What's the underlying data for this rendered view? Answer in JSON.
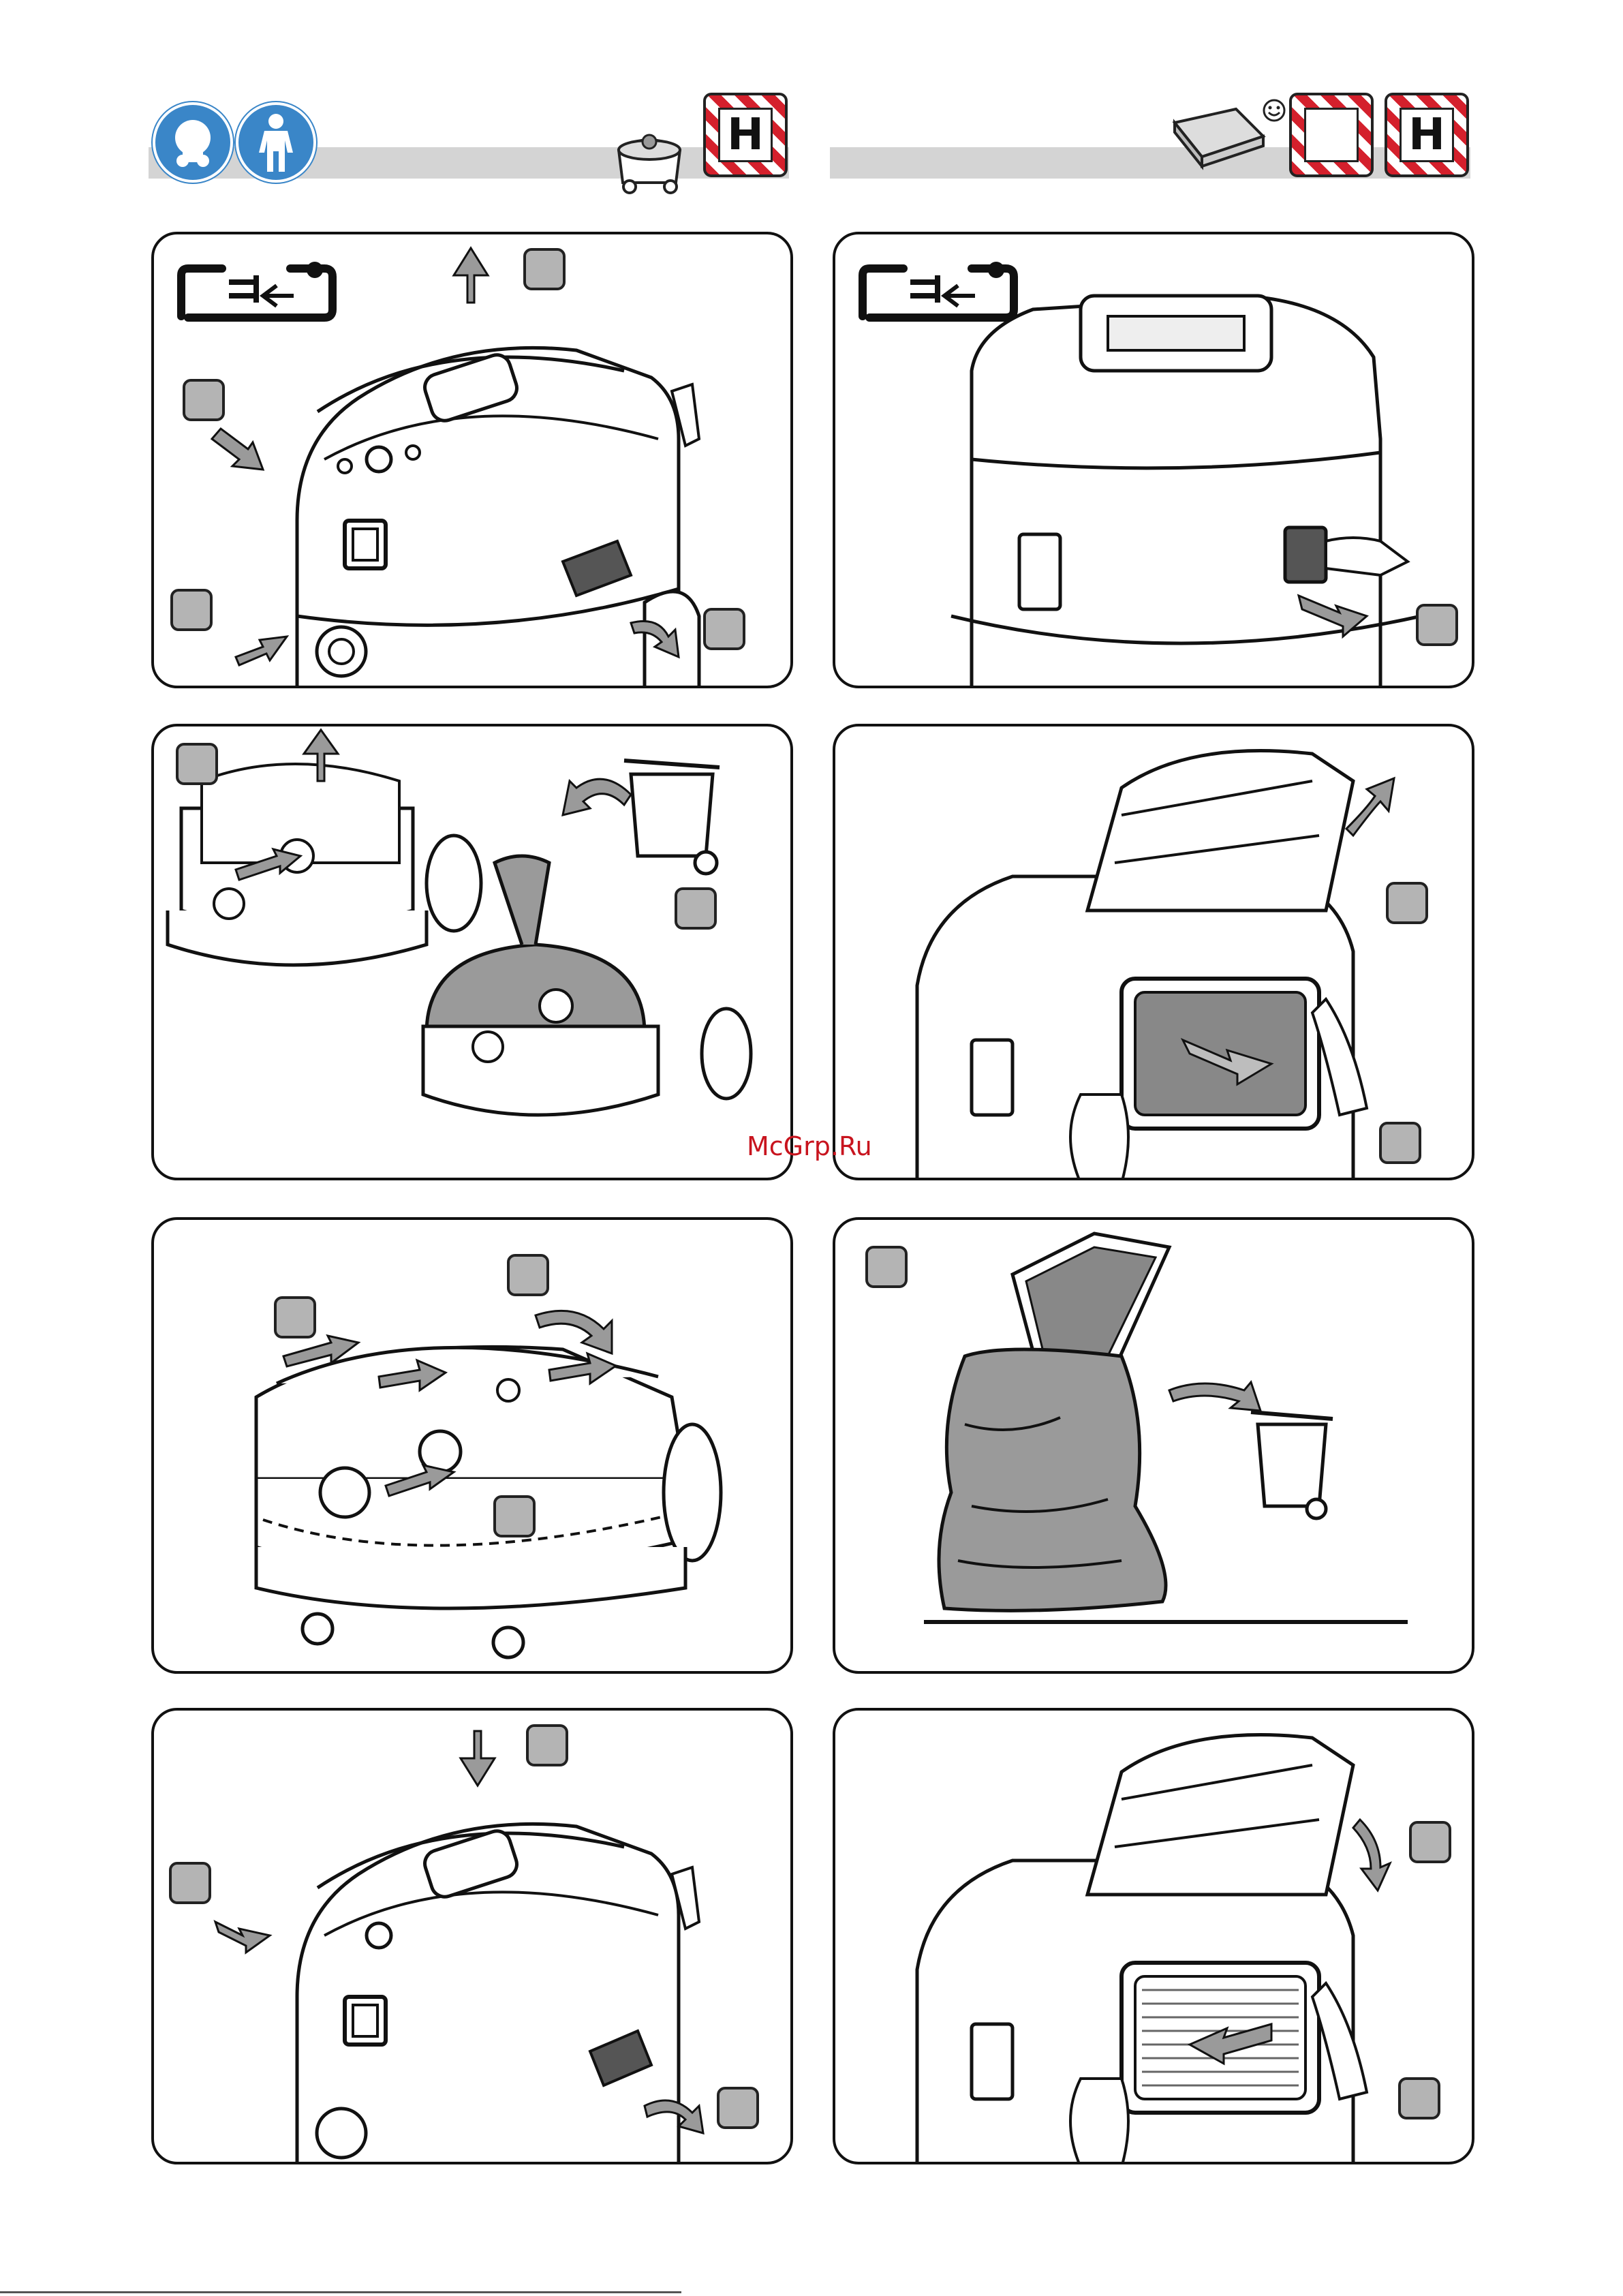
{
  "header_left": {
    "icons": [
      "respirator-mask-icon",
      "protective-suit-icon",
      "vacuum-cleaner-icon"
    ],
    "hazard_letter": "H"
  },
  "header_right": {
    "icons": [
      "filter-cassette-icon",
      "smiley-icon"
    ],
    "hazard_letter": "H"
  },
  "watermark": "McGrp.Ru",
  "panels": [
    {
      "id": "panel-1",
      "content": "unplug-and-open-lid-illustration"
    },
    {
      "id": "panel-2",
      "content": "unplug-and-release-clip-illustration"
    },
    {
      "id": "panel-3",
      "content": "remove-and-dispose-bag-illustration"
    },
    {
      "id": "panel-4",
      "content": "open-lid-remove-filter-illustration"
    },
    {
      "id": "panel-5",
      "content": "insert-new-bag-illustration"
    },
    {
      "id": "panel-6",
      "content": "dispose-filter-in-bag-illustration"
    },
    {
      "id": "panel-7",
      "content": "close-lid-illustration"
    },
    {
      "id": "panel-8",
      "content": "insert-new-filter-illustration"
    }
  ],
  "colors": {
    "accent_blue": "#3a86c8",
    "hazard_red": "#d4202c",
    "step_gray": "#b4b4b4",
    "arrow_gray": "#9a9a9a",
    "watermark_red": "#c8141e"
  }
}
